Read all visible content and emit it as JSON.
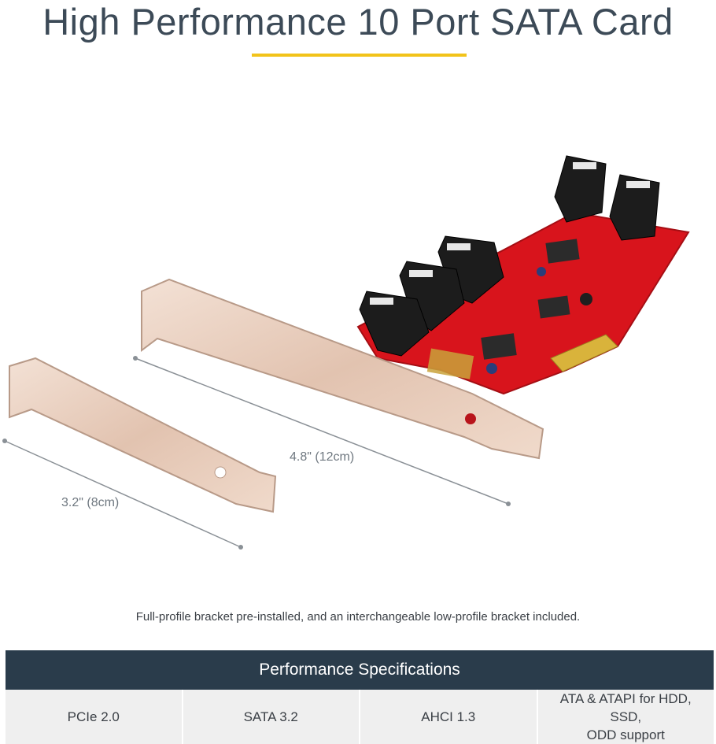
{
  "header": {
    "title": "High Performance 10 Port SATA Card",
    "accent_color": "#f2c31a"
  },
  "illustration": {
    "full_bracket_dimension": "4.8\" (12cm)",
    "low_bracket_dimension": "3.2\" (8cm)",
    "board_color": "#d8141c",
    "bracket_color": "#e7cdbd",
    "connector_color": "#1c1c1c"
  },
  "caption": "Full-profile bracket pre-installed, and an interchangeable low-profile bracket included.",
  "specs": {
    "title": "Performance Specifications",
    "header_color": "#2a3c4b",
    "items": [
      "PCIe 2.0",
      "SATA 3.2",
      "AHCI 1.3",
      "ATA & ATAPI for HDD, SSD,\nODD support"
    ]
  }
}
